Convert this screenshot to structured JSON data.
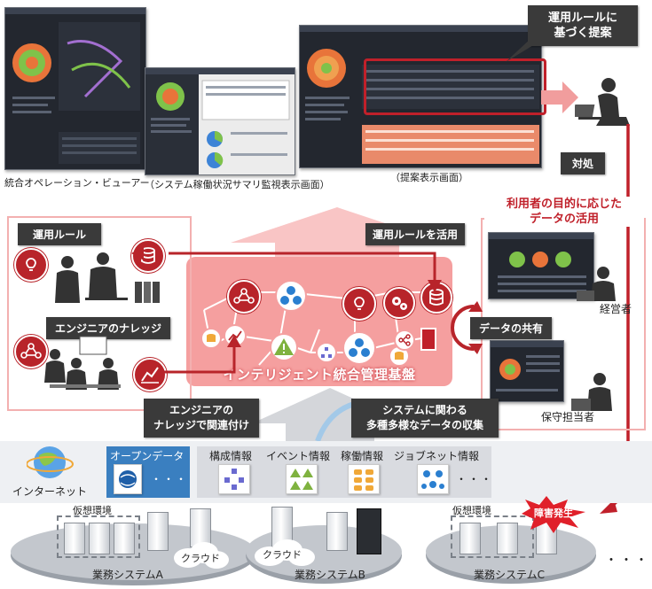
{
  "screenshots": {
    "integrated_viewer_caption": "統合オペレーション・ビューアー",
    "summary_monitor_caption": "（システム稼働状況サマリ監視表示画面）",
    "proposal_caption": "（提案表示画面）"
  },
  "callouts": {
    "rule_based_proposal": "運用ルールに\n基づく提案",
    "response": "対処",
    "data_use": "利用者の目的に応じた\nデータの活用",
    "use_rules": "運用ルールを活用",
    "data_sharing": "データの共有",
    "engineer_link": "エンジニアの\nナレッジで関連付け",
    "data_collection": "システムに関わる\n多種多様なデータの収集"
  },
  "knowledge": {
    "rules_label": "運用ルール",
    "engineer_knowledge_label": "エンジニアのナレッジ"
  },
  "hub": {
    "title": "インテリジェント統合管理基盤"
  },
  "users": {
    "executive": "経営者",
    "maintainer": "保守担当者"
  },
  "data_sources": {
    "open_data": "オープンデータ",
    "open_data_more": "・・・",
    "internet": "インターネット",
    "config": "構成情報",
    "event": "イベント情報",
    "operation": "稼働情報",
    "jobnet": "ジョブネット情報",
    "more": "・・・"
  },
  "systems": {
    "a": {
      "name": "業務システムA",
      "virtual": "仮想環境",
      "cloud": "クラウド"
    },
    "b": {
      "name": "業務システムB",
      "cloud": "クラウド"
    },
    "c": {
      "name": "業務システムC",
      "virtual": "仮想環境",
      "failure": "障害発生"
    },
    "more": "・・・"
  },
  "colors": {
    "accent_red": "#b8242a",
    "hub_pink": "#f59f9f",
    "hub_title": "#ffffff",
    "dark_label": "#3a3a3a",
    "link_red": "#e07070"
  }
}
